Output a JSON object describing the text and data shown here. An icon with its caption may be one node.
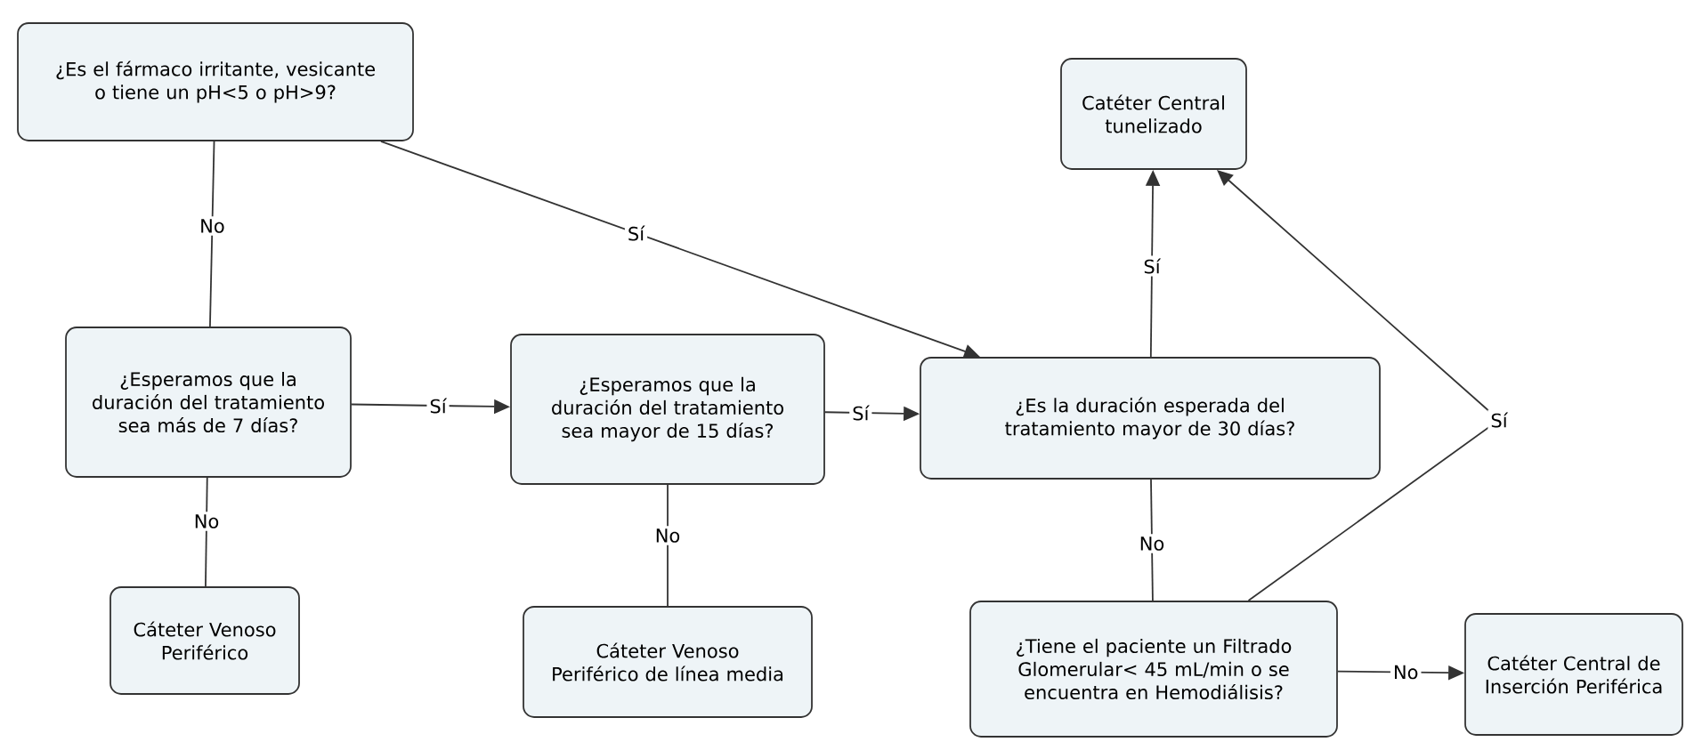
{
  "diagram": {
    "nodes": [
      {
        "text": [
          "¿Es el fármaco irritante, vesicante o tiene un pH<5 o pH>9?"
        ]
      },
      {
        "text": [
          "¿Esperamos que la duración del tratamiento sea más de 7 días?"
        ]
      },
      {
        "text": [
          "¿Esperamos que la duración del tratamiento sea mayor de 15 días?"
        ]
      },
      {
        "text": [
          "¿Es la duración esperada del tratamiento mayor de 30 días?"
        ]
      },
      {
        "text": [
          "Catéter Central tunelizado"
        ]
      },
      {
        "text": [
          "Cáteter Venoso Periférico"
        ]
      },
      {
        "text": [
          "Cáteter Venoso Periférico de línea media"
        ]
      },
      {
        "text": [
          "¿Tiene el paciente un Filtrado Glomerular< 45 mL/min o se encuentra en Hemodiálisis?"
        ]
      },
      {
        "text": [
          "Catéter Central de Inserción Periférica"
        ]
      }
    ],
    "edges": [
      {
        "from": 0,
        "to": 1,
        "arrow": "none",
        "label": "No"
      },
      {
        "from": 0,
        "to": 3,
        "arrow": "to",
        "label": "Sí"
      },
      {
        "from": 1,
        "to": 2,
        "arrow": "to",
        "label": "Sí"
      },
      {
        "from": 2,
        "to": 3,
        "arrow": "to",
        "label": "Sí"
      },
      {
        "from": 3,
        "to": 4,
        "arrow": "to",
        "label": "Sí"
      },
      {
        "from": 1,
        "to": 5,
        "arrow": "none",
        "label": "No"
      },
      {
        "from": 2,
        "to": 6,
        "arrow": "none",
        "label": "No"
      },
      {
        "from": 3,
        "to": 7,
        "arrow": "none",
        "label": "No"
      },
      {
        "from": 7,
        "to": 4,
        "arrow": "to",
        "label": "Sí"
      },
      {
        "from": 7,
        "to": 8,
        "arrow": "to",
        "label": "No"
      }
    ]
  }
}
